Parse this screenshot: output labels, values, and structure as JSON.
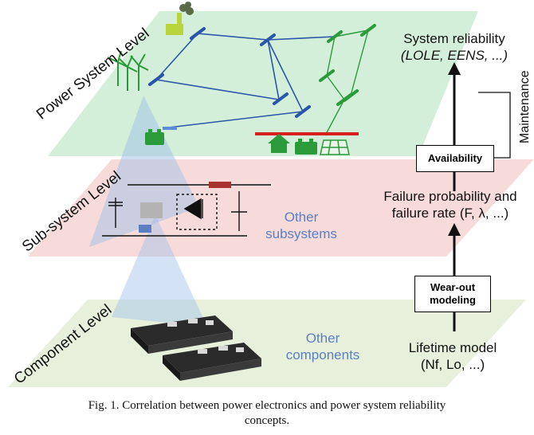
{
  "levels": {
    "power_system": "Power System Level",
    "sub_system": "Sub-system Level",
    "component": "Component Level"
  },
  "other_labels": {
    "subsystems_line1": "Other",
    "subsystems_line2": "subsystems",
    "components_line1": "Other",
    "components_line2": "components"
  },
  "right_column": {
    "system_reliability_line1": "System reliability",
    "system_reliability_line2": "(LOLE, EENS, ...)",
    "maintenance": "Maintenance",
    "availability": "Availability",
    "failure_line1": "Failure probability and",
    "failure_line2": "failure rate (F, λ, ...)",
    "wearout_line1": "Wear-out",
    "wearout_line2": "modeling",
    "lifetime_line1": "Lifetime model",
    "lifetime_line2": "(Nf, Lo, ...)"
  },
  "caption": {
    "line1": "Fig. 1.  Correlation between power electronics and power system reliability",
    "line2": "concepts."
  },
  "colors": {
    "power_plane": "#cfeed6",
    "subsystem_plane": "#f6d6d6",
    "component_plane": "#e5efd9",
    "blue_beam": "#9fbfe8",
    "grid_blue": "#2a55a8",
    "grid_green": "#2a9a3a",
    "red_bus": "#d92020"
  },
  "icons": [
    "factory-icon",
    "wind-turbine-icon",
    "battery-icon",
    "house-icon",
    "solar-panel-icon",
    "igbt-module-icon"
  ]
}
